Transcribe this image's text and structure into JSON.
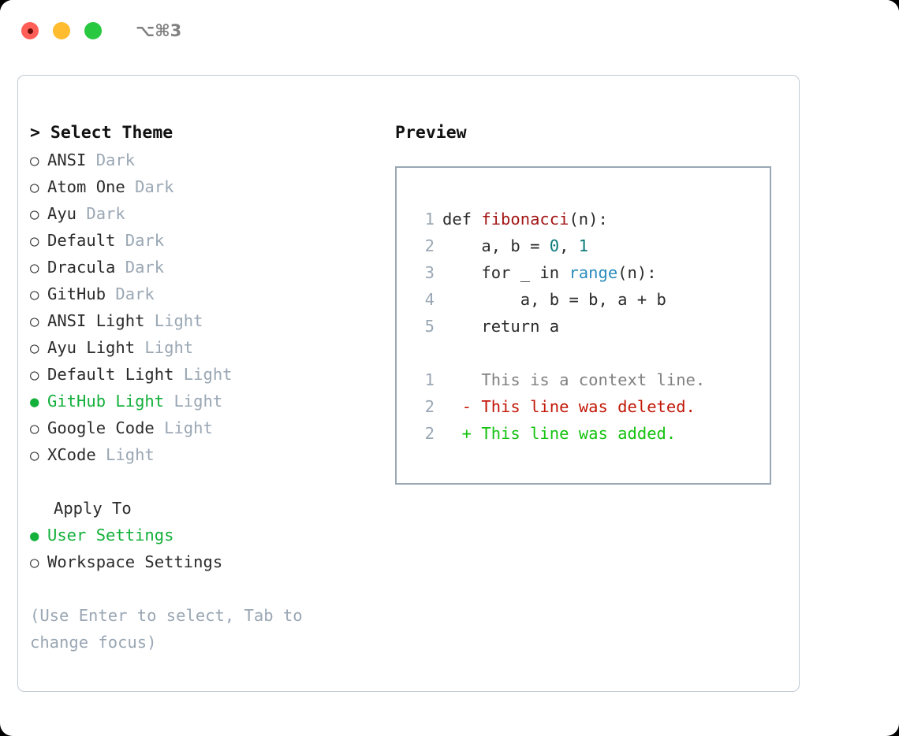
{
  "titlebar": {
    "shortcut": "⌥⌘3",
    "buttons": [
      "close",
      "minimize",
      "zoom"
    ]
  },
  "theme_picker": {
    "header": "> Select Theme",
    "marker_selected": "●",
    "marker_unselected": "○",
    "accent_color": "#14b03c",
    "options": [
      {
        "name": "ANSI",
        "badge": "Dark",
        "selected": false
      },
      {
        "name": "Atom One",
        "badge": "Dark",
        "selected": false
      },
      {
        "name": "Ayu",
        "badge": "Dark",
        "selected": false
      },
      {
        "name": "Default",
        "badge": "Dark",
        "selected": false
      },
      {
        "name": "Dracula",
        "badge": "Dark",
        "selected": false
      },
      {
        "name": "GitHub",
        "badge": "Dark",
        "selected": false
      },
      {
        "name": "ANSI Light",
        "badge": "Light",
        "selected": false
      },
      {
        "name": "Ayu Light",
        "badge": "Light",
        "selected": false
      },
      {
        "name": "Default Light",
        "badge": "Light",
        "selected": false
      },
      {
        "name": "GitHub Light",
        "badge": "Light",
        "selected": true
      },
      {
        "name": "Google Code",
        "badge": "Light",
        "selected": false
      },
      {
        "name": "XCode",
        "badge": "Light",
        "selected": false
      }
    ]
  },
  "apply_to": {
    "header": "Apply To",
    "options": [
      {
        "name": "User Settings",
        "selected": true
      },
      {
        "name": "Workspace Settings",
        "selected": false
      }
    ]
  },
  "hint": "(Use Enter to select, Tab to change focus)",
  "preview": {
    "title": "Preview",
    "code_lines": [
      {
        "num": "1",
        "segments": [
          {
            "text": "def ",
            "token": "plain"
          },
          {
            "text": "fibonacci",
            "token": "fn"
          },
          {
            "text": "(n):",
            "token": "plain"
          }
        ]
      },
      {
        "num": "2",
        "segments": [
          {
            "text": "    a, b = ",
            "token": "plain"
          },
          {
            "text": "0",
            "token": "num"
          },
          {
            "text": ", ",
            "token": "plain"
          },
          {
            "text": "1",
            "token": "num"
          }
        ]
      },
      {
        "num": "3",
        "segments": [
          {
            "text": "    for _ in ",
            "token": "plain"
          },
          {
            "text": "range",
            "token": "call"
          },
          {
            "text": "(n):",
            "token": "plain"
          }
        ]
      },
      {
        "num": "4",
        "segments": [
          {
            "text": "        a, b = b, a + b",
            "token": "plain"
          }
        ]
      },
      {
        "num": "5",
        "segments": [
          {
            "text": "    return a",
            "token": "plain"
          }
        ]
      }
    ],
    "diff_lines": [
      {
        "num": "1",
        "marker": " ",
        "text": "This is a context line.",
        "kind": "context"
      },
      {
        "num": "2",
        "marker": "-",
        "text": "This line was deleted.",
        "kind": "deleted"
      },
      {
        "num": "2",
        "marker": "+",
        "text": "This line was added.",
        "kind": "added"
      }
    ],
    "colors": {
      "function": "#a31515",
      "number": "#0a7b78",
      "builtin": "#2b8cbe",
      "context": "#808080",
      "deleted": "#c21807",
      "added": "#13c20f"
    }
  }
}
